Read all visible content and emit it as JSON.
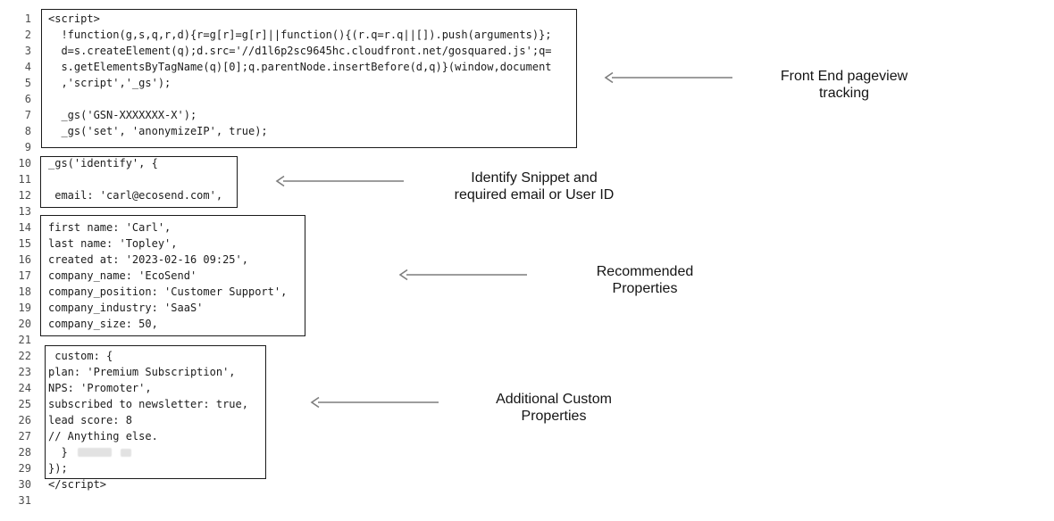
{
  "colors": {
    "background": "#ffffff",
    "code-text": "#1c1c1c",
    "line-number": "#4d4d4d",
    "box-border": "#1a1a1a",
    "arrow": "#7d7d7d",
    "annotation-text": "#141414",
    "redaction": "#e2e2e2"
  },
  "code_listing": {
    "lines": [
      {
        "num": "1",
        "text": "<script>"
      },
      {
        "num": "2",
        "text": "  !function(g,s,q,r,d){r=g[r]=g[r]||function(){(r.q=r.q||[]).push(arguments)};"
      },
      {
        "num": "3",
        "text": "  d=s.createElement(q);d.src='//d1l6p2sc9645hc.cloudfront.net/gosquared.js';q="
      },
      {
        "num": "4",
        "text": "  s.getElementsByTagName(q)[0];q.parentNode.insertBefore(d,q)}(window,document"
      },
      {
        "num": "5",
        "text": "  ,'script','_gs');"
      },
      {
        "num": "6",
        "text": ""
      },
      {
        "num": "7",
        "text": "  _gs('GSN-XXXXXXX-X');"
      },
      {
        "num": "8",
        "text": "  _gs('set', 'anonymizeIP', true);"
      },
      {
        "num": "9",
        "text": ""
      },
      {
        "num": "10",
        "text": "_gs('identify', {"
      },
      {
        "num": "11",
        "text": ""
      },
      {
        "num": "12",
        "text": " email: 'carl@ecosend.com',"
      },
      {
        "num": "13",
        "text": ""
      },
      {
        "num": "14",
        "text": "first name: 'Carl',"
      },
      {
        "num": "15",
        "text": "last name: 'Topley',"
      },
      {
        "num": "16",
        "text": "created at: '2023-02-16 09:25',"
      },
      {
        "num": "17",
        "text": "company_name: 'EcoSend'"
      },
      {
        "num": "18",
        "text": "company_position: 'Customer Support',"
      },
      {
        "num": "19",
        "text": "company_industry: 'SaaS'"
      },
      {
        "num": "20",
        "text": "company_size: 50,"
      },
      {
        "num": "21",
        "text": ""
      },
      {
        "num": "22",
        "text": " custom: {"
      },
      {
        "num": "23",
        "text": "plan: 'Premium Subscription',"
      },
      {
        "num": "24",
        "text": "NPS: 'Promoter',"
      },
      {
        "num": "25",
        "text": "subscribed to newsletter: true,"
      },
      {
        "num": "26",
        "text": "lead score: 8"
      },
      {
        "num": "27",
        "text": "// Anything else."
      },
      {
        "num": "28",
        "text": "  }"
      },
      {
        "num": "29",
        "text": "});"
      },
      {
        "num": "30",
        "text": "</script>"
      },
      {
        "num": "31",
        "text": ""
      }
    ]
  },
  "annotations": [
    {
      "line1": "Front End pageview",
      "line2": "tracking"
    },
    {
      "line1": "Identify Snippet and",
      "line2": "required email or User ID"
    },
    {
      "line1": "Recommended",
      "line2": "Properties"
    },
    {
      "line1": "Additional Custom",
      "line2": "Properties"
    }
  ]
}
